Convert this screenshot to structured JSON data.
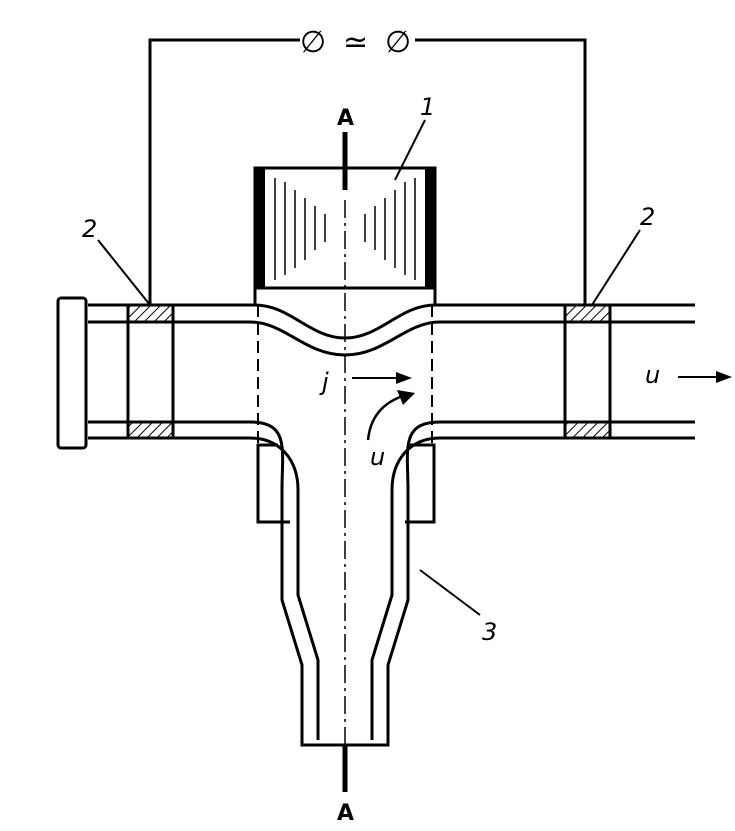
{
  "labels": {
    "section_top": "A",
    "section_bottom": "A",
    "part_1": "1",
    "part_2_left": "2",
    "part_2_right": "2",
    "part_3": "3",
    "current_j": "j",
    "velocity_u_outlet": "u",
    "velocity_u_flow": "u"
  },
  "source": {
    "terminal_left": "∅",
    "ac_symbol": "≃",
    "terminal_right": "∅"
  },
  "colors": {
    "ink": "#000000",
    "paper": "#ffffff"
  }
}
